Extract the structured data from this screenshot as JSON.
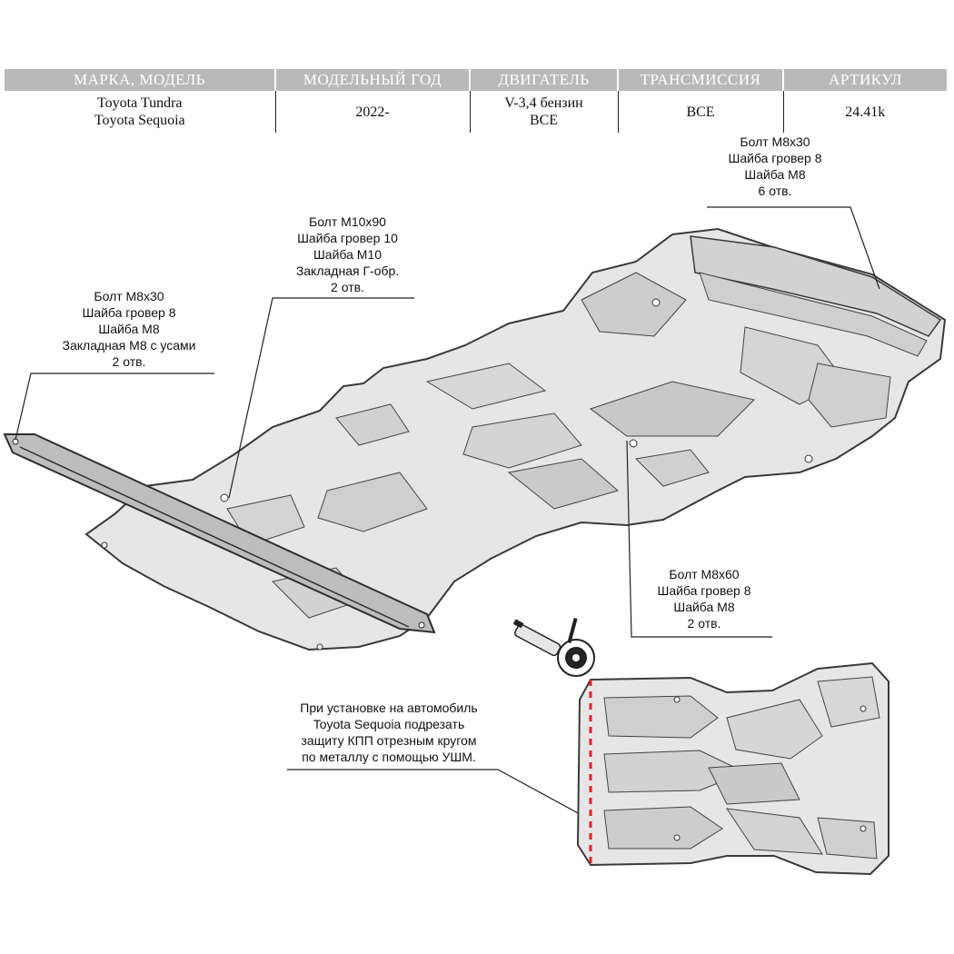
{
  "table": {
    "headers": [
      "МАРКА, МОДЕЛЬ",
      "МОДЕЛЬНЫЙ ГОД",
      "ДВИГАТЕЛЬ",
      "ТРАНСМИССИЯ",
      "АРТИКУЛ"
    ],
    "row": {
      "model": [
        "Toyota Tundra",
        "Toyota Sequoia"
      ],
      "year": "2022-",
      "engine": [
        "V-3,4 бензин",
        "ВСЕ"
      ],
      "transmission": "ВСЕ",
      "article": "24.41k"
    }
  },
  "callouts": {
    "rear_top": [
      "Болт М8х30",
      "Шайба гровер 8",
      "Шайба М8",
      "6 отв."
    ],
    "center_top": [
      "Болт М10х90",
      "Шайба гровер 10",
      "Шайба М10",
      "Закладная Г-обр.",
      "2 отв."
    ],
    "left": [
      "Болт М8х30",
      "Шайба гровер 8",
      "Шайба М8",
      "Закладная М8 с усами",
      "2 отв."
    ],
    "right_mid": [
      "Болт М8х60",
      "Шайба гровер 8",
      "Шайба М8",
      "2 отв."
    ],
    "note": [
      "При установке на автомобиль",
      "Toyota Sequoia подрезать",
      "защиту КПП отрезным кругом",
      "по металлу с помощью УШМ."
    ]
  },
  "colors": {
    "header_bg": "#b9b9b9",
    "plate_fill": "#e6e6e6",
    "plate_stroke": "#3a3a3a",
    "cut_line": "#e0202a"
  },
  "icons": [
    "angle-grinder-icon"
  ]
}
